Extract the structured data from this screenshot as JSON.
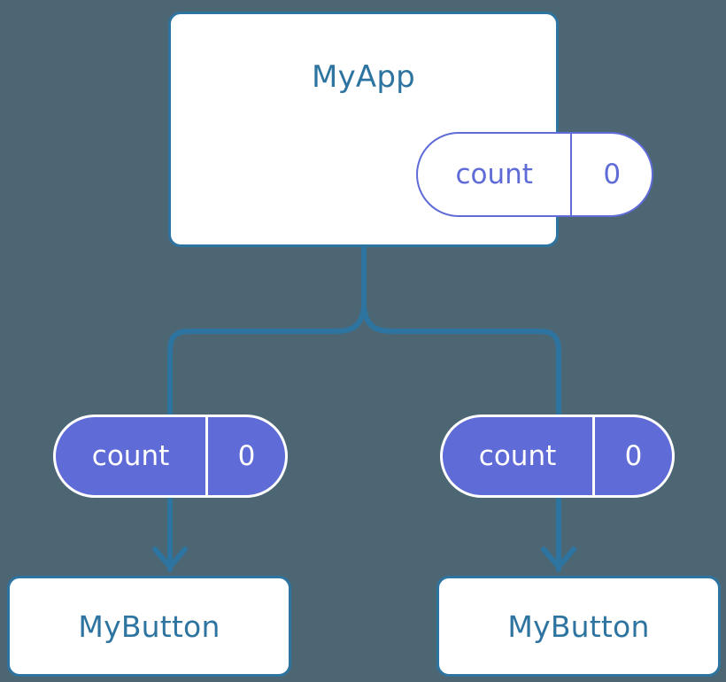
{
  "background_color": "#4c6673",
  "theme": {
    "component_stroke": "#2e74a0",
    "component_fill": "#ffffff",
    "component_text": "#2e74a0",
    "state_accent": "#5f6bd6",
    "state_text_on_fill": "#ffffff",
    "wire_color": "#2e74a0"
  },
  "diagram": {
    "type": "component-state-tree",
    "root": {
      "name": "root-component",
      "title": "MyApp",
      "state": {
        "key": "count",
        "value": "0"
      }
    },
    "children": [
      {
        "name": "child-left",
        "title": "MyButton",
        "state": {
          "key": "count",
          "value": "0"
        }
      },
      {
        "name": "child-right",
        "title": "MyButton",
        "state": {
          "key": "count",
          "value": "0"
        }
      }
    ],
    "connectors": [
      {
        "name": "root-to-split",
        "shape": "vertical-line"
      },
      {
        "name": "split-to-left-branch",
        "shape": "rounded-elbow"
      },
      {
        "name": "split-to-right-branch",
        "shape": "rounded-elbow"
      },
      {
        "name": "left-state-to-left-button",
        "shape": "arrow-down"
      },
      {
        "name": "right-state-to-right-button",
        "shape": "arrow-down"
      }
    ]
  }
}
